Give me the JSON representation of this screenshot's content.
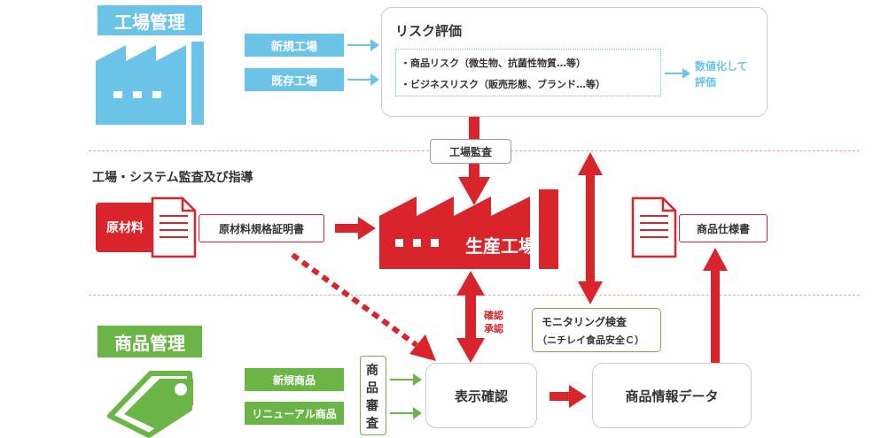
{
  "sections": {
    "factory_mgmt": "工場管理",
    "audit_guidance": "工場・システム監査及び指導",
    "product_mgmt": "商品管理"
  },
  "risk": {
    "title": "リスク評価",
    "item1": "・商品リスク（微生物、抗菌性物質…等）",
    "item2": "・ビジネスリスク（販売形態、ブランド…等）",
    "note_line1": "数値化して",
    "note_line2": "評価"
  },
  "factory_types": {
    "new": "新規工場",
    "existing": "既存工場"
  },
  "audit": {
    "label": "工場監査"
  },
  "raw": {
    "material": "原材料",
    "certificate": "原材料規格証明書"
  },
  "production": {
    "label": "生産工場"
  },
  "spec": {
    "label": "商品仕様書"
  },
  "confirm_approve": {
    "line1": "確認",
    "line2": "承認"
  },
  "monitoring": {
    "line1": "モニタリング検査",
    "line2": "（ニチレイ食品安全Ｃ）"
  },
  "products": {
    "new": "新規商品",
    "renewal": "リニューアル商品"
  },
  "review": {
    "c1": "商",
    "c2": "品",
    "c3": "審",
    "c4": "査"
  },
  "label_check": {
    "label": "表示確認"
  },
  "info_data": {
    "label": "商品情報データ"
  },
  "colors": {
    "blue": "#6cc3e8",
    "red": "#d9242b",
    "green": "#6ab545",
    "gray": "#666666"
  }
}
